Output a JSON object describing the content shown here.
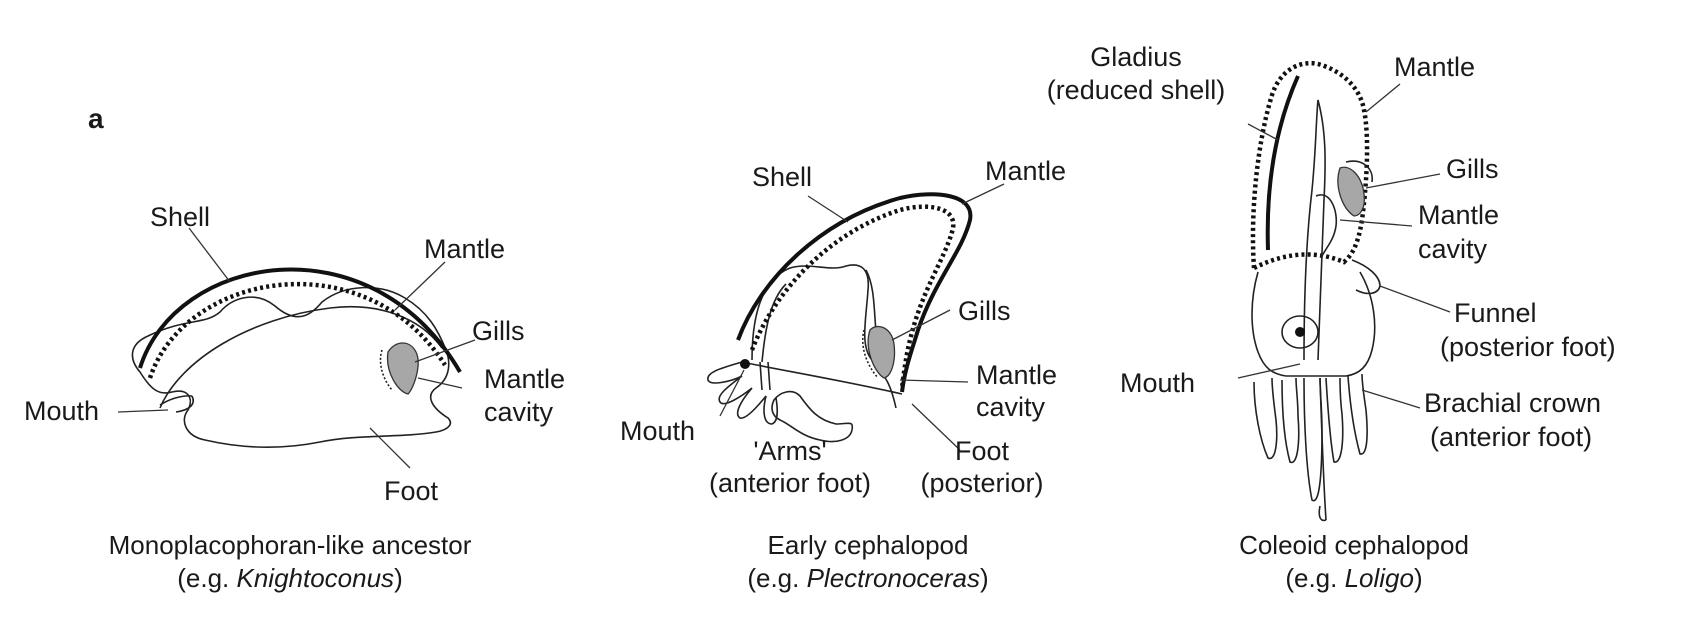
{
  "panel_label": "a",
  "figures": [
    {
      "id": "monoplacophoran",
      "labels": {
        "shell": "Shell",
        "mantle": "Mantle",
        "gills": "Gills",
        "mantle_cavity": [
          "Mantle",
          "cavity"
        ],
        "mouth": "Mouth",
        "foot": "Foot"
      },
      "caption": {
        "line1": "Monoplacophoran-like ancestor",
        "line2_prefix": "(e.g. ",
        "line2_italic": "Knightoconus",
        "line2_suffix": ")"
      }
    },
    {
      "id": "early-cephalopod",
      "labels": {
        "shell": "Shell",
        "mantle": "Mantle",
        "gills": "Gills",
        "mantle_cavity": [
          "Mantle",
          "cavity"
        ],
        "mouth": "Mouth",
        "arms": [
          "'Arms'",
          "(anterior foot)"
        ],
        "foot": [
          "Foot",
          "(posterior)"
        ]
      },
      "caption": {
        "line1": "Early cephalopod",
        "line2_prefix": "(e.g. ",
        "line2_italic": "Plectronoceras",
        "line2_suffix": ")"
      }
    },
    {
      "id": "coleoid-cephalopod",
      "labels": {
        "gladius": [
          "Gladius",
          "(reduced shell)"
        ],
        "mantle": "Mantle",
        "gills": "Gills",
        "mantle_cavity": [
          "Mantle",
          "cavity"
        ],
        "funnel": [
          "Funnel",
          "(posterior foot)"
        ],
        "mouth": "Mouth",
        "brachial_crown": [
          "Brachial crown",
          "(anterior foot)"
        ]
      },
      "caption": {
        "line1": "Coleoid cephalopod",
        "line2_prefix": "(e.g. ",
        "line2_italic": "Loligo",
        "line2_suffix": ")"
      }
    }
  ]
}
